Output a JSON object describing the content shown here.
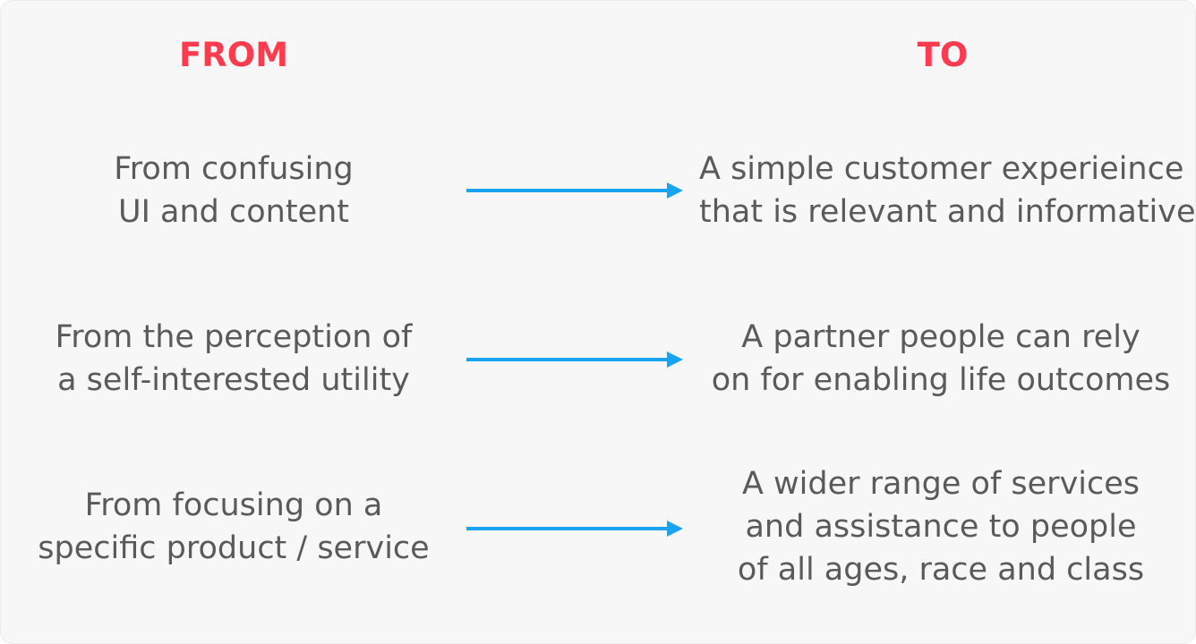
{
  "colors": {
    "heading": "#ff3b4e",
    "arrow": "#1aa3f0",
    "text": "#5a5a5a"
  },
  "headers": {
    "from": "FROM",
    "to": "TO"
  },
  "rows": [
    {
      "from": [
        "From confusing",
        "UI and content"
      ],
      "to": [
        "A simple customer experieince",
        "that is relevant and informative"
      ]
    },
    {
      "from": [
        "From the perception of",
        "a self-interested utility"
      ],
      "to": [
        "A partner people can rely",
        "on for enabling life outcomes"
      ]
    },
    {
      "from": [
        "From focusing on a",
        "specific product / service"
      ],
      "to": [
        "A wider range of services",
        "and assistance to people",
        "of all ages, race and class"
      ]
    }
  ],
  "icons": [
    "arrow-right-icon"
  ]
}
